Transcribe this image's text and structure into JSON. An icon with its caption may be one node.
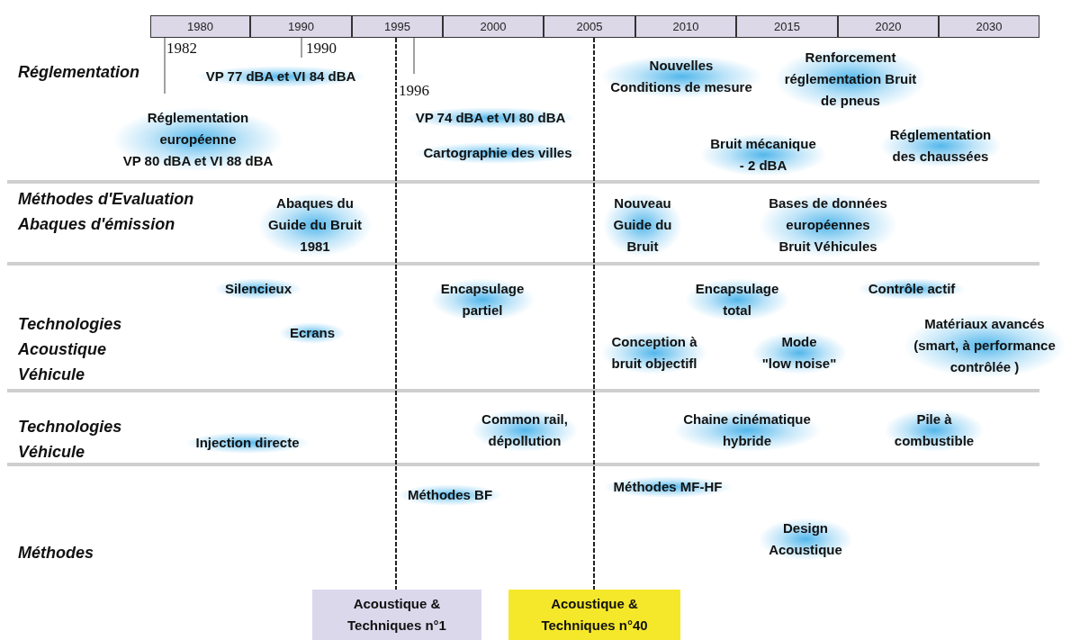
{
  "diagram": {
    "nodes": [
      {
        "text": [
          "1980"
        ]
      },
      {
        "text": [
          "1990"
        ]
      },
      {
        "text": [
          "1995"
        ]
      },
      {
        "text": [
          "2000"
        ]
      },
      {
        "text": [
          "2005"
        ]
      },
      {
        "text": [
          "2010"
        ]
      },
      {
        "text": [
          "2015"
        ]
      },
      {
        "text": [
          "2020"
        ]
      },
      {
        "text": [
          "2030"
        ]
      },
      {
        "text": [
          "Nouvelles Conditions de mesure"
        ]
      },
      {
        "text": [
          "Renforcement réglementation Bruit de pneus"
        ]
      },
      {
        "text": [
          "VP 77 dBA et VI 84 dBA"
        ]
      },
      {
        "text": [
          "Réglementation européenne VP 80 dBA et VI 88 dBA"
        ]
      },
      {
        "text": [
          "VP 74 dBA et VI 80 dBA"
        ]
      },
      {
        "text": [
          "Cartographie des villes"
        ]
      },
      {
        "text": [
          "Bruit mécanique - 2 dBA"
        ]
      },
      {
        "text": [
          "Réglementation des chaussées"
        ]
      },
      {
        "text": [
          "Abaques du Guide du Bruit 1981"
        ]
      },
      {
        "text": [
          "Nouveau Guide du Bruit"
        ]
      },
      {
        "text": [
          "Bases de données européennes Bruit Véhicules"
        ]
      },
      {
        "text": [
          "Silencieux"
        ]
      },
      {
        "text": [
          "Encapsulage partiel"
        ]
      },
      {
        "text": [
          "Encapsulage total"
        ]
      },
      {
        "text": [
          "Contrôle actif"
        ]
      },
      {
        "text": [
          "Ecrans"
        ]
      },
      {
        "text": [
          "Conception à bruit objectifl"
        ]
      },
      {
        "text": [
          "Mode \"low noise\""
        ]
      },
      {
        "text": [
          "Matériaux avancés (smart, à performance contrôlée )"
        ]
      },
      {
        "text": [
          "Common rail, dépollution"
        ]
      },
      {
        "text": [
          "Chaine cinématique hybride"
        ]
      },
      {
        "text": [
          "Pile à combustible"
        ]
      },
      {
        "text": [
          "Injection directe"
        ]
      },
      {
        "text": [
          "Méthodes BF"
        ]
      },
      {
        "text": [
          "Méthodes MF-HF"
        ]
      },
      {
        "text": [
          "Design Acoustique"
        ]
      },
      {
        "text": [
          "Acoustique & Techniques n°1"
        ]
      },
      {
        "text": [
          "Acoustique & Techniques n°40"
        ]
      }
    ],
    "edges": [
      {
        "from": 2,
        "to": 35,
        "arrow": "none",
        "style": "dashed"
      },
      {
        "from": 4,
        "to": 36,
        "arrow": "none",
        "style": "dashed"
      }
    ],
    "labels": [
      "1982",
      "1990",
      "Réglementation",
      "1996",
      "Méthodes d'Evaluation Abaques d'émission",
      "Technologies Acoustique Véhicule",
      "Technologies Véhicule",
      "Méthodes"
    ]
  }
}
